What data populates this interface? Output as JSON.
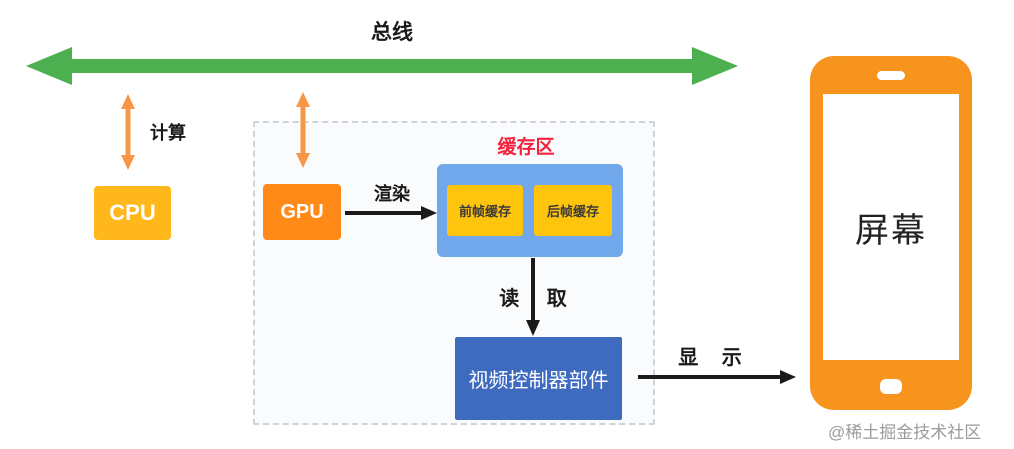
{
  "diagram": {
    "bus_label": "总线",
    "compute_label": "计算",
    "cpu_label": "CPU",
    "gpu_label": "GPU",
    "render_label": "渲染",
    "buffer_area_label": "缓存区",
    "front_buffer_label": "前帧缓存",
    "back_buffer_label": "后帧缓存",
    "read_label": "读 取",
    "video_controller_label": "视频控制器部件",
    "display_label": "显 示",
    "screen_label": "屏幕",
    "watermark": "@稀土掘金技术社区"
  },
  "colors": {
    "bus_arrow_green": "#4CB050",
    "small_arrow_orange": "#F79646",
    "cpu_amber": "#FFB71B",
    "gpu_orange": "#FF8A18",
    "buffer_container_blue": "#71A7EB",
    "frame_buffer_yellow": "#FFC40E",
    "video_controller_blue": "#3E6BC0",
    "phone_orange": "#F7941E",
    "buffer_title_red": "#F5223D",
    "connector_black": "#1A1A1A"
  }
}
